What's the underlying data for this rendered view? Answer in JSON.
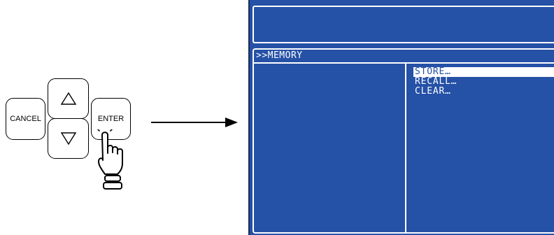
{
  "keypad": {
    "cancel_label": "CANCEL",
    "enter_label": "ENTER",
    "up_icon": "triangle-up-icon",
    "down_icon": "triangle-down-icon",
    "hand_icon": "pointing-hand-icon"
  },
  "screen": {
    "title": ">>MEMORY",
    "menu": [
      {
        "label": "STORE…",
        "selected": true
      },
      {
        "label": "RECALL…",
        "selected": false
      },
      {
        "label": "CLEAR…",
        "selected": false
      }
    ]
  },
  "colors": {
    "screen_bg": "#2551a6",
    "screen_fg": "#ffffff"
  }
}
